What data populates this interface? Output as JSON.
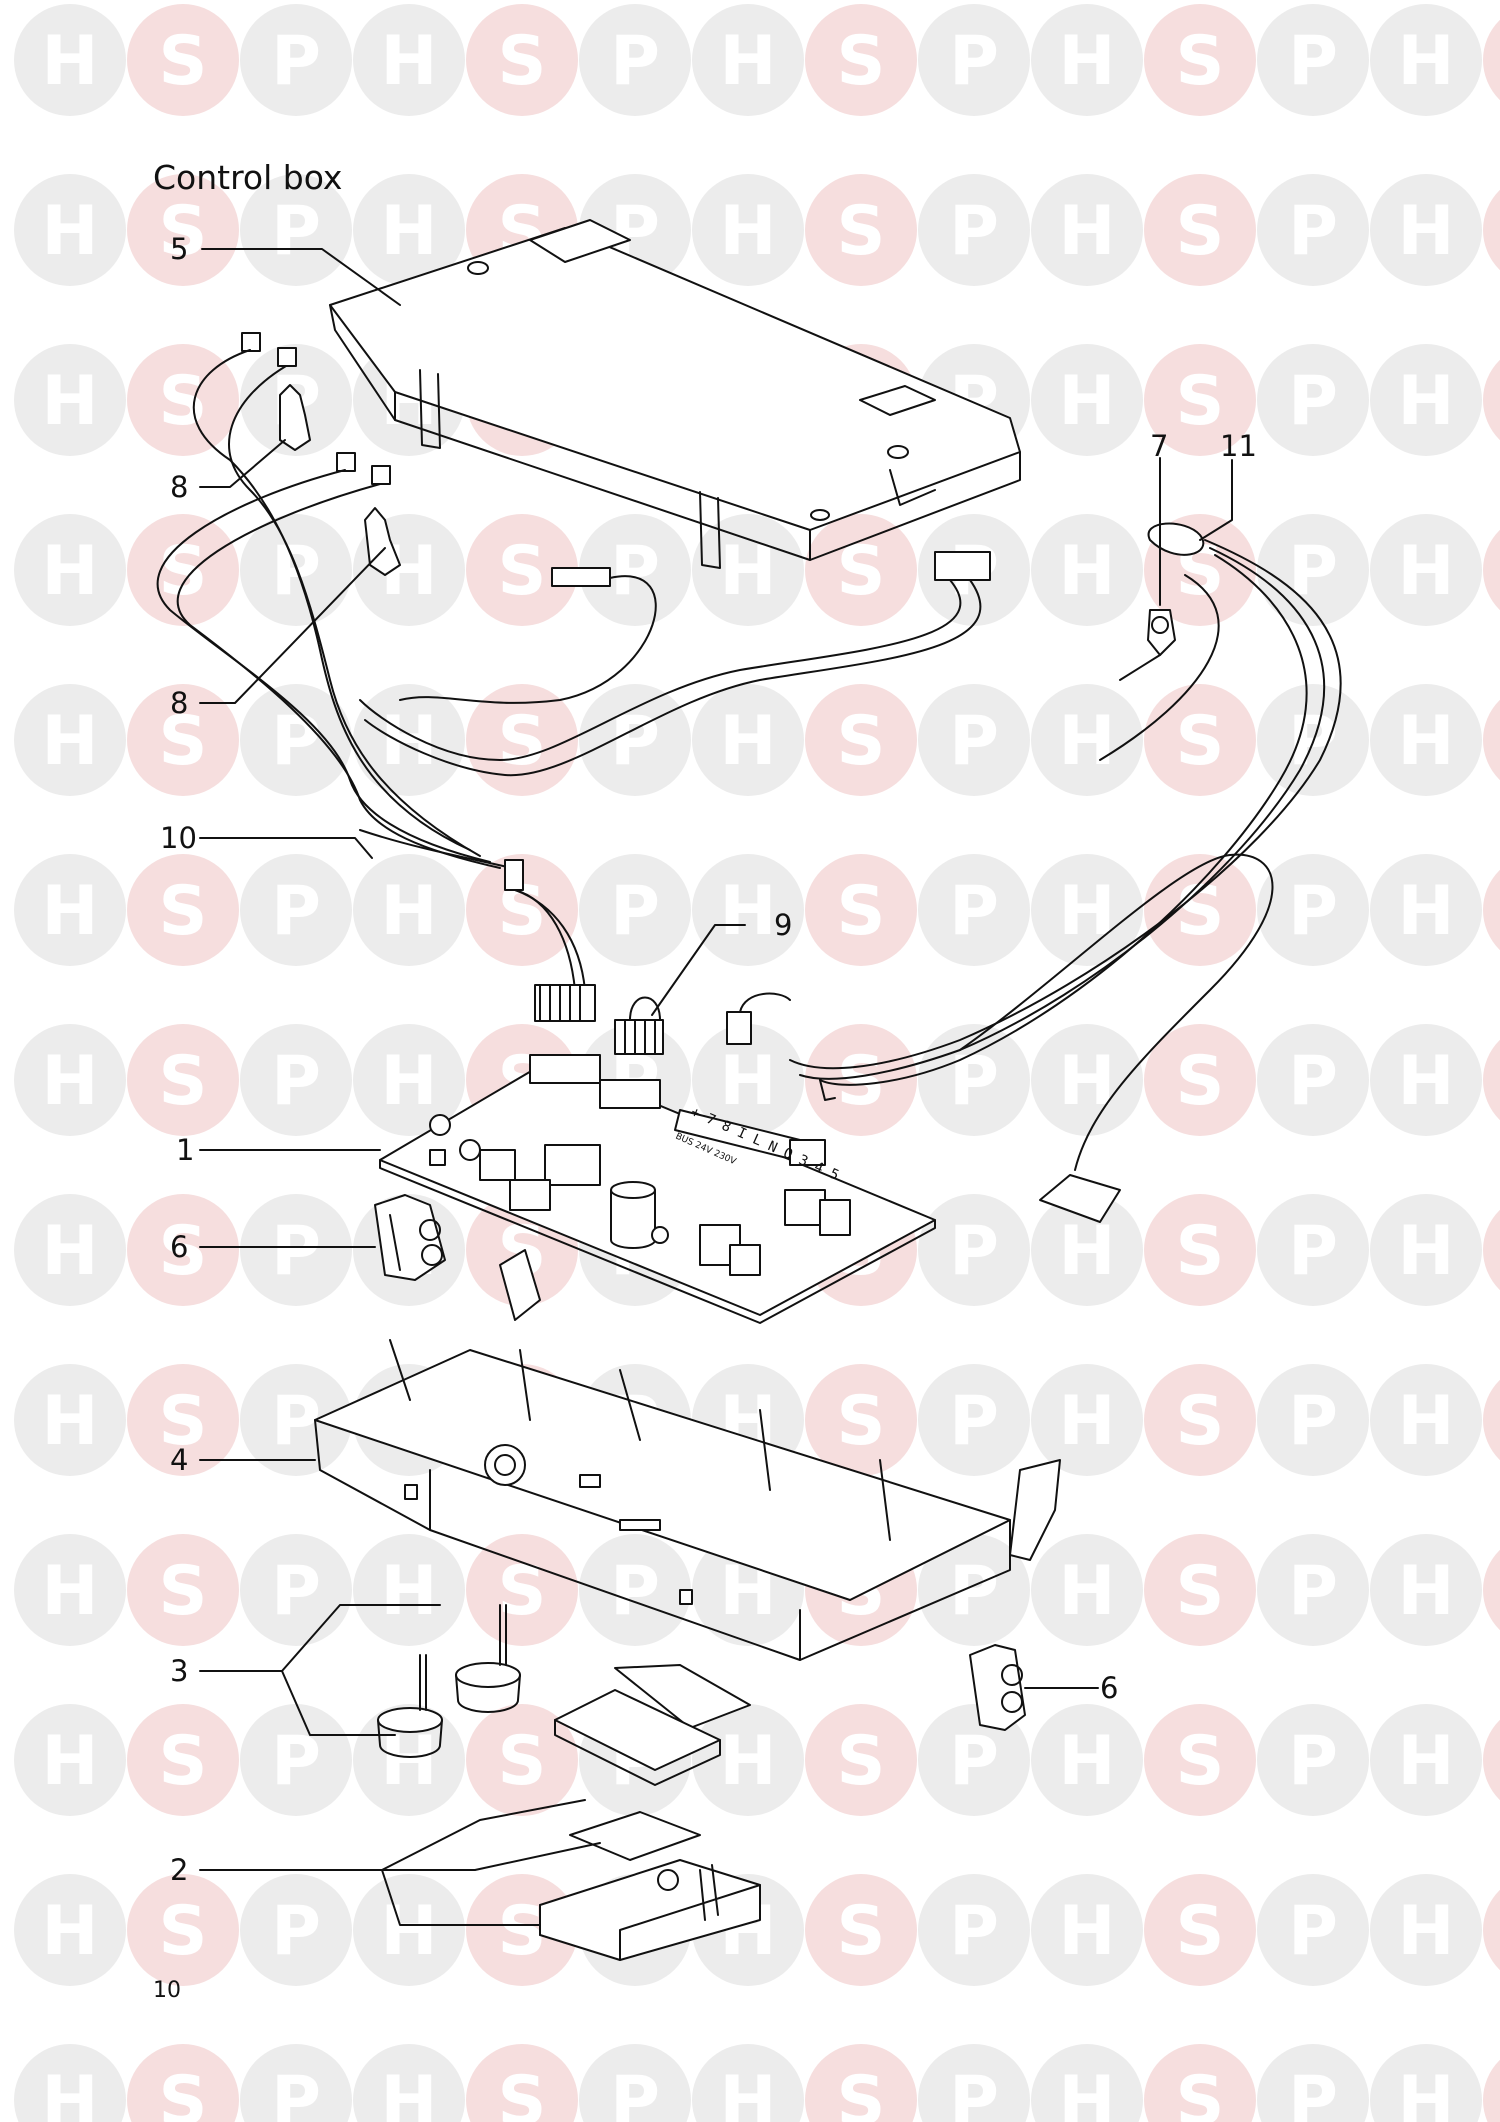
{
  "title": "Control box",
  "page_number": "10",
  "watermark": {
    "letters": [
      "H",
      "S",
      "P"
    ],
    "color_grey": "#ececec",
    "color_pink": "#f6dede",
    "letter_color": "#ffffff"
  },
  "callouts": [
    {
      "id": "c5",
      "label": "5"
    },
    {
      "id": "c8a",
      "label": "8"
    },
    {
      "id": "c8b",
      "label": "8"
    },
    {
      "id": "c7",
      "label": "7"
    },
    {
      "id": "c11",
      "label": "11"
    },
    {
      "id": "c10",
      "label": "10"
    },
    {
      "id": "c9",
      "label": "9"
    },
    {
      "id": "c1",
      "label": "1"
    },
    {
      "id": "c6a",
      "label": "6"
    },
    {
      "id": "c4",
      "label": "4"
    },
    {
      "id": "c3",
      "label": "3"
    },
    {
      "id": "c6b",
      "label": "6"
    },
    {
      "id": "c2",
      "label": "2"
    }
  ],
  "pcb_terminal_text": "+ 7 8 I L N O 3 4 5",
  "pcb_small_text": "BUS 24V  230V"
}
